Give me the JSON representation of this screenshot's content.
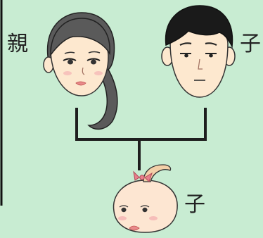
{
  "labels": {
    "parent": "親",
    "child_right": "子",
    "baby": "子"
  },
  "colors": {
    "background": "#c8ecd2",
    "line": "#1e1e1e",
    "skin": "#fde8cf",
    "baby_skin": "#fde6d2",
    "hair_woman": "#5a5a5a",
    "hair_man": "#1a1a1a",
    "baby_bow": "#e8808c",
    "cheeks": "#f4b3b3",
    "lips": "#e88a8a"
  },
  "icons": {
    "woman": "woman-face-icon",
    "man": "man-face-icon",
    "baby": "baby-face-icon"
  }
}
